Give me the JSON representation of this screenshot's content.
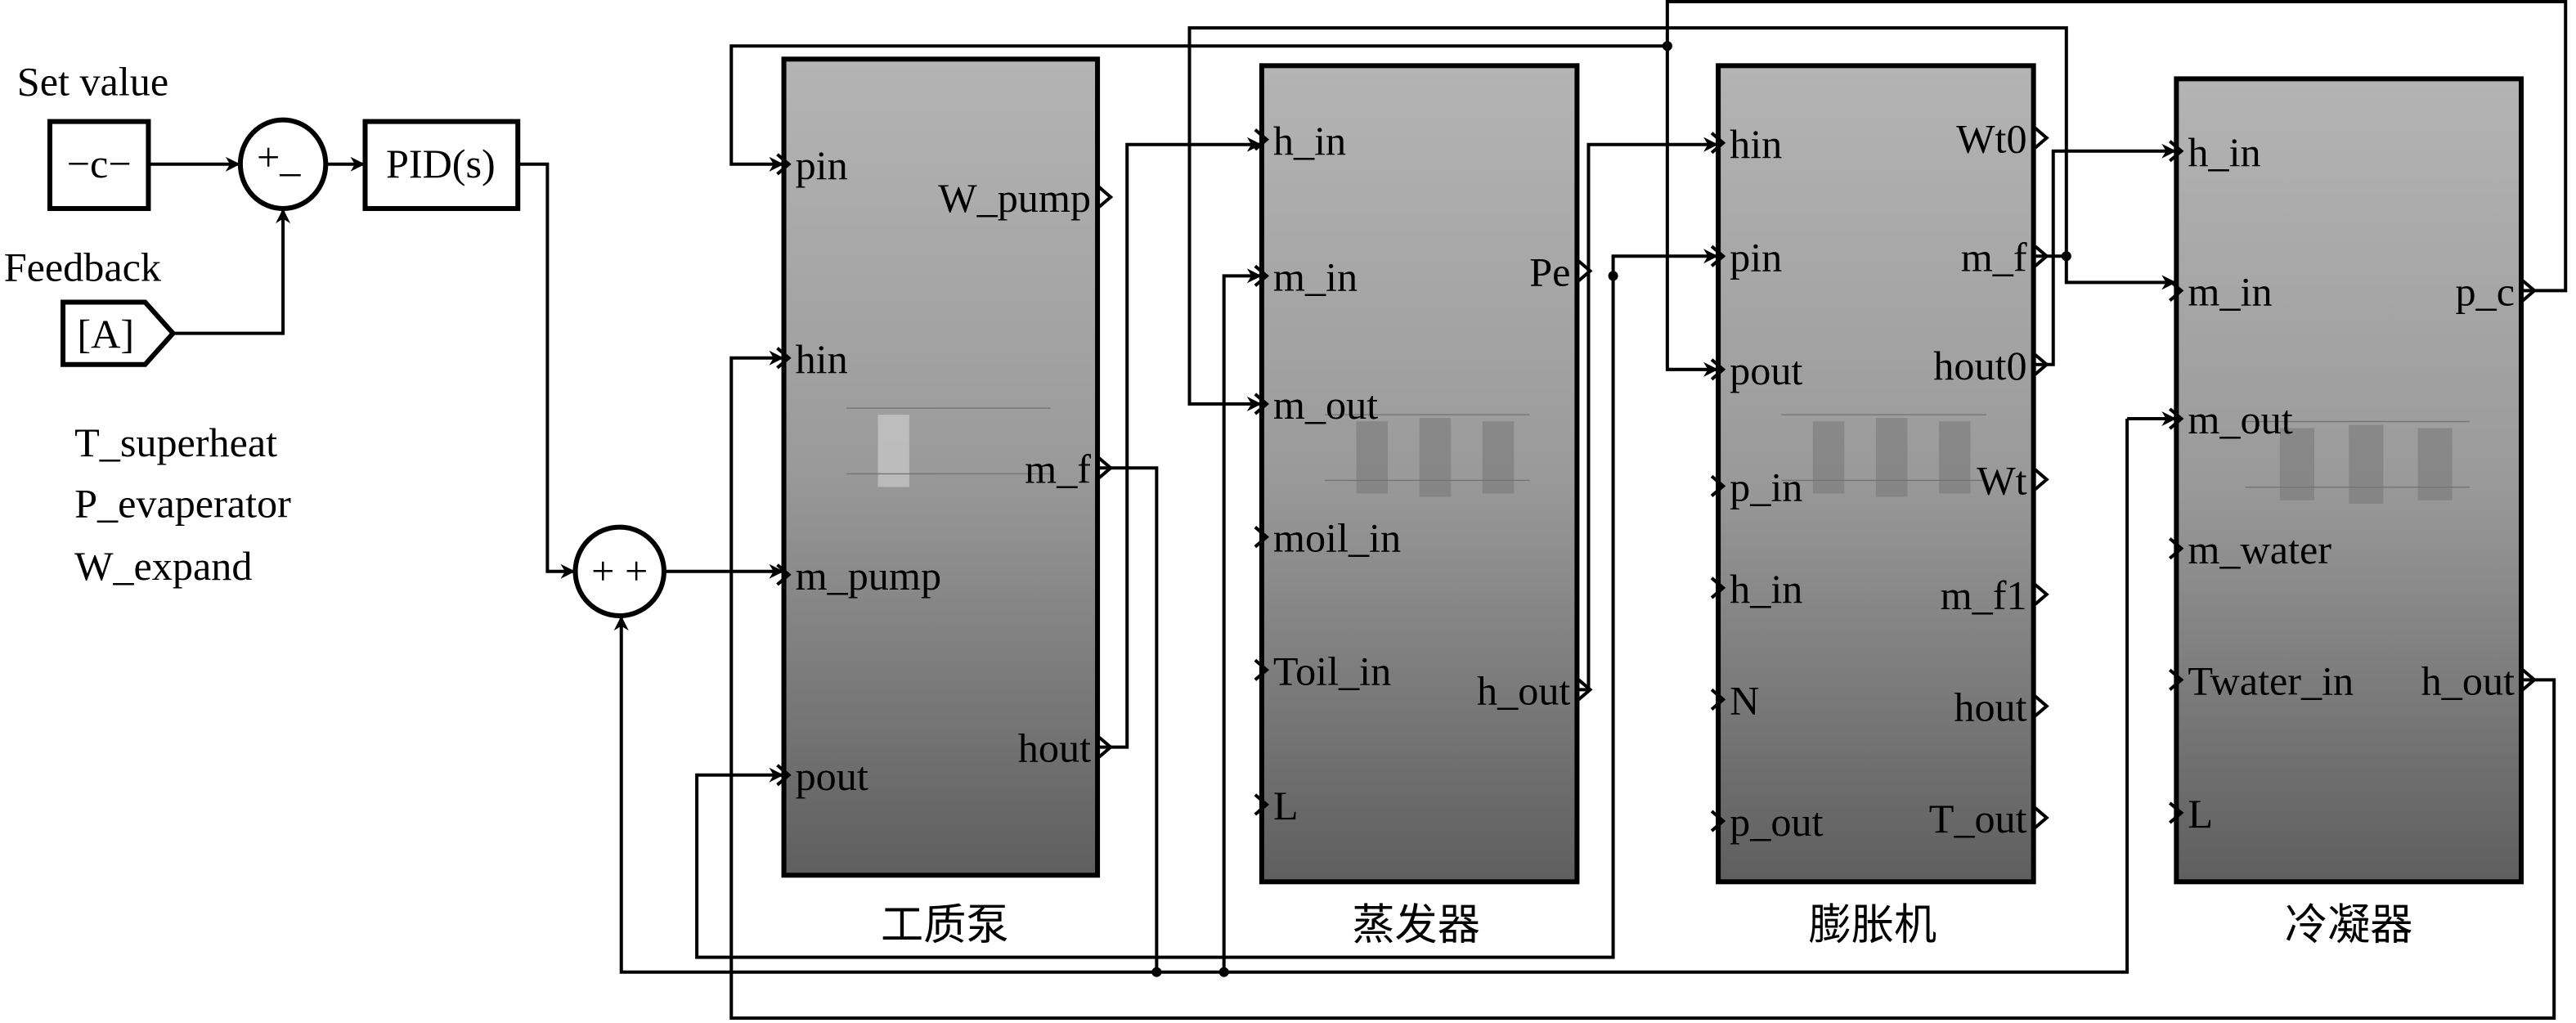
{
  "controller": {
    "set_value_label": "Set value",
    "constant_text": "−c−",
    "sum_signs": "+_",
    "pid_text": "PID(s)",
    "feedback_label": "Feedback",
    "goto_tag": "[A]",
    "signal_list": [
      "T_superheat",
      "P_evaperator",
      "W_expand"
    ],
    "sum2_signs": "+ +"
  },
  "blocks": {
    "pump": {
      "title": "工质泵",
      "inputs": [
        "pin",
        "hin",
        "m_pump",
        "pout"
      ],
      "outputs": [
        "W_pump",
        "m_f",
        "hout"
      ]
    },
    "evaporator": {
      "title": "蒸发器",
      "inputs": [
        "h_in",
        "m_in",
        "m_out",
        "moil_in",
        "Toil_in",
        "L"
      ],
      "outputs": [
        "Pe",
        "h_out"
      ]
    },
    "expander": {
      "title": "膨胀机",
      "inputs": [
        "hin",
        "pin",
        "pout",
        "p_in",
        "h_in",
        "N",
        "p_out"
      ],
      "outputs": [
        "Wt0",
        "m_f",
        "hout0",
        "Wt",
        "m_f1",
        "hout",
        "T_out"
      ]
    },
    "condenser": {
      "title": "冷凝器",
      "inputs": [
        "h_in",
        "m_in",
        "m_out",
        "m_water",
        "Twater_in",
        "L"
      ],
      "outputs": [
        "p_c",
        "h_out"
      ]
    }
  }
}
